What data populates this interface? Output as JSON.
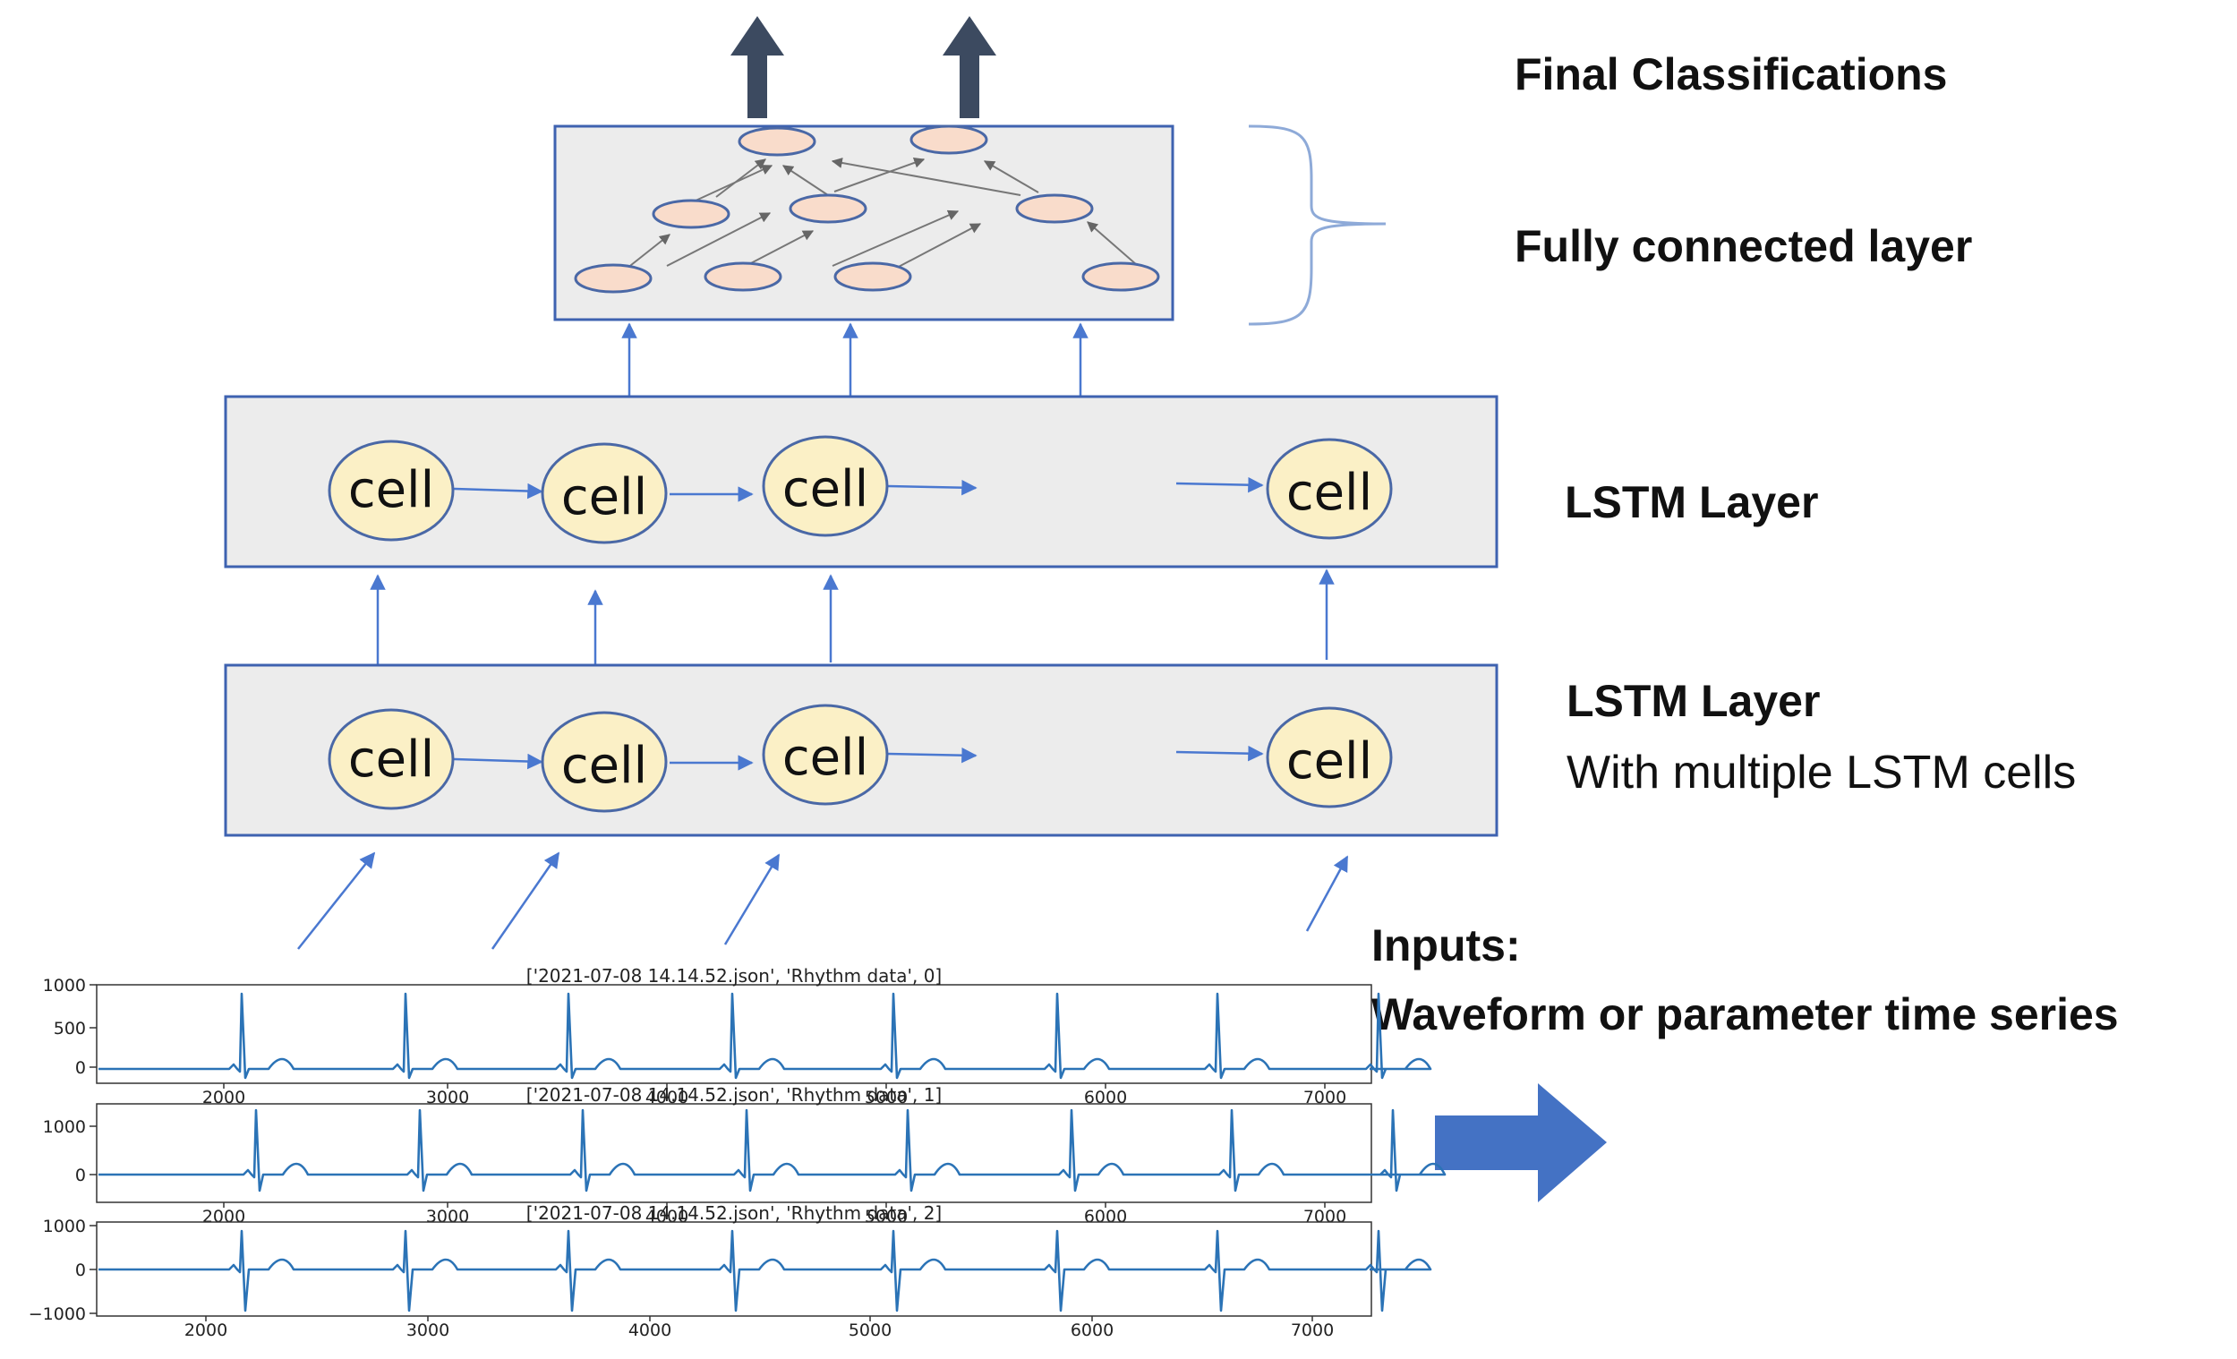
{
  "labels": {
    "final": "Final Classifications",
    "fc": "Fully connected layer",
    "lstm_top": "LSTM Layer",
    "lstm_bottom": "LSTM Layer",
    "lstm_bottom_sub": "With multiple LSTM cells",
    "inputs": "Inputs:",
    "inputs_sub": "Waveform or parameter time series"
  },
  "cell_label": "cell",
  "colors": {
    "cell_fill": "#fbf0c6",
    "cell_stroke": "#4a68a6",
    "node_fill": "#f9dccb",
    "box_fill": "#ececec",
    "box_stroke": "#3e62b0",
    "arrow_blue": "#4a78d0",
    "big_arrow": "#4472c4",
    "dark_arrow": "#3c4a60",
    "wave": "#2b73b6"
  },
  "chart_data": [
    {
      "type": "line",
      "title": "['2021-07-08 14.14.52.json', 'Rhythm data', 0]",
      "yticks": [
        "1000",
        "500",
        "0"
      ],
      "xticks": [
        "2000",
        "3000",
        "4000",
        "5000",
        "6000",
        "7000"
      ]
    },
    {
      "type": "line",
      "title": "['2021-07-08 14.14.52.json', 'Rhythm data', 1]",
      "yticks": [
        "1000",
        "0"
      ],
      "xticks": [
        "2000",
        "3000",
        "4000",
        "5000",
        "6000",
        "7000"
      ]
    },
    {
      "type": "line",
      "title": "['2021-07-08 14.14.52.json', 'Rhythm data', 2]",
      "yticks": [
        "1000",
        "0",
        "−1000"
      ],
      "xticks": [
        "2000",
        "3000",
        "4000",
        "5000",
        "6000",
        "7000"
      ]
    }
  ]
}
